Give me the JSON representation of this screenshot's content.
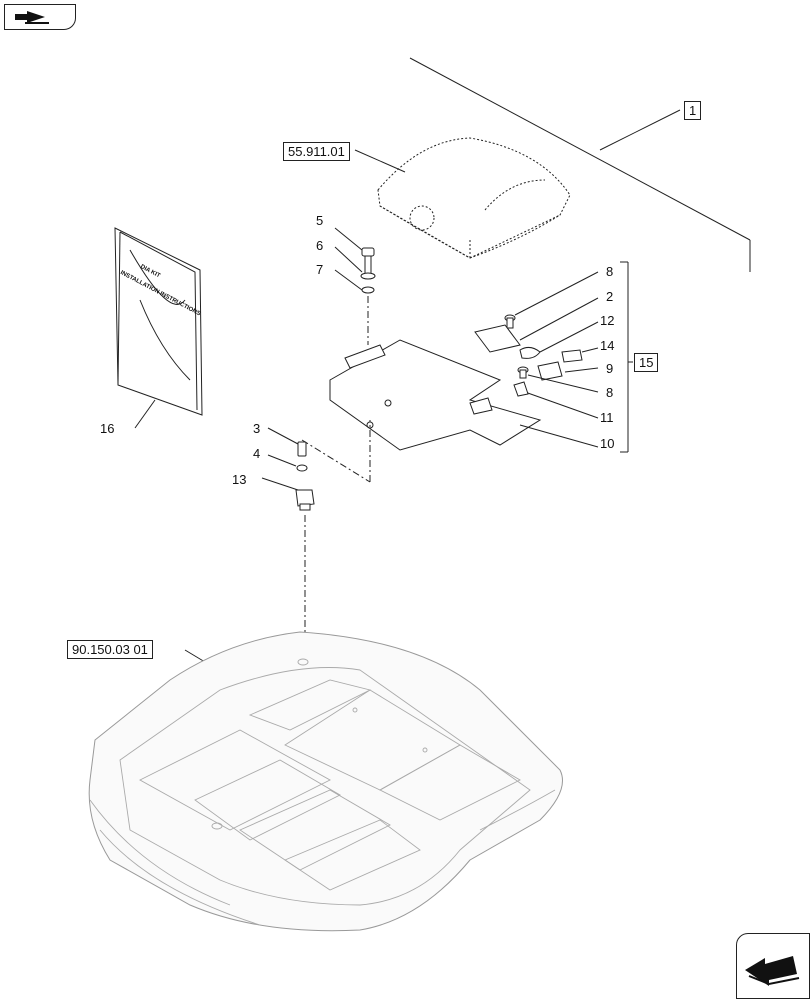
{
  "nav": {
    "prev_icon": "arrow-back-icon",
    "next_icon": "arrow-forward-icon"
  },
  "references": {
    "cover_ref": "55.911.01",
    "base_ref": "90.150.03 01",
    "kit_ref": "1",
    "group_ref": "15"
  },
  "manual": {
    "line1": "DIA KIT",
    "line2": "INSTALLATION INSTRUCTIONS"
  },
  "callouts": {
    "c16": "16",
    "c5": "5",
    "c6": "6",
    "c7": "7",
    "c3": "3",
    "c4": "4",
    "c13": "13",
    "c8a": "8",
    "c2": "2",
    "c12": "12",
    "c14": "14",
    "c9": "9",
    "c8b": "8",
    "c11": "11",
    "c10": "10"
  }
}
